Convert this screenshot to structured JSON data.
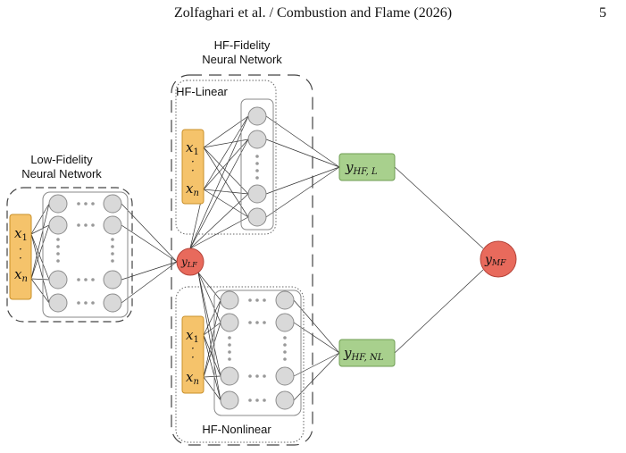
{
  "header": {
    "running_title": "Zolfaghari et al. / Combustion and Flame (2026)",
    "page_number": "5"
  },
  "figure": {
    "low_fidelity": {
      "title_line1": "Low-Fidelity",
      "title_line2": "Neural Network"
    },
    "hf_fidelity": {
      "title_line1": "HF-Fidelity",
      "title_line2": "Neural Network"
    },
    "hf_linear_label": "HF-Linear",
    "hf_nonlinear_label": "HF-Nonlinear",
    "inputs": {
      "x1": "x",
      "x1_sub": "1",
      "xn": "x",
      "xn_sub": "n"
    },
    "outputs": {
      "y_lf": "y",
      "y_lf_sub": "LF",
      "y_hf_l": "y",
      "y_hf_l_sub": "HF, L",
      "y_hf_nl": "y",
      "y_hf_nl_sub": "HF, NL",
      "y_mf": "y",
      "y_mf_sub": "MF"
    },
    "colors": {
      "input_box": "#f5c36b",
      "input_border": "#c9902a",
      "neuron": "#d9d9d9",
      "neuron_border": "#8c8c8c",
      "red_node": "#e86a5c",
      "red_border": "#b5443a",
      "green_box": "#a8d08d",
      "green_border": "#6f9e54"
    }
  }
}
